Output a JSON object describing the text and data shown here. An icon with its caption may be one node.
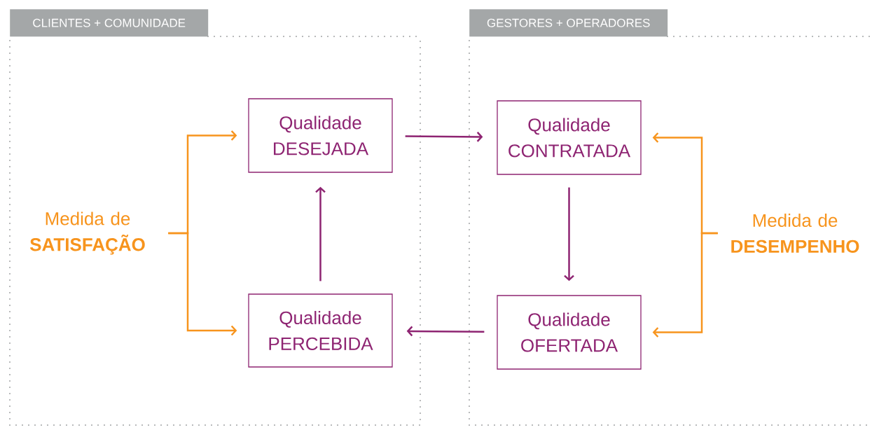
{
  "diagram": {
    "nodes": [
      {
        "text": [
          "CLIENTES + COMUNIDADE"
        ]
      },
      {
        "text": [
          "GESTORES + OPERADORES"
        ]
      },
      {
        "text": [
          "Qualidade DESEJADA"
        ],
        "in": 0
      },
      {
        "text": [
          "Qualidade PERCEBIDA"
        ],
        "in": 0
      },
      {
        "text": [
          "Qualidade CONTRATADA"
        ],
        "in": 1
      },
      {
        "text": [
          "Qualidade OFERTADA"
        ],
        "in": 1
      },
      {
        "text": [
          "Medida de **SATISFAÇÃO**"
        ],
        "in": 0
      },
      {
        "text": [
          "Medida de **DESEMPENHO**"
        ],
        "in": 1
      }
    ],
    "edges": [
      {
        "from": 2,
        "to": 4,
        "arrow": "to",
        "color": "#8e2472"
      },
      {
        "from": 4,
        "to": 5,
        "arrow": "to",
        "color": "#8e2472"
      },
      {
        "from": 5,
        "to": 3,
        "arrow": "to",
        "color": "#8e2472"
      },
      {
        "from": 3,
        "to": 2,
        "arrow": "to",
        "color": "#8e2472"
      },
      {
        "from": 6,
        "to": 2,
        "arrow": "to",
        "color": "#f7941d"
      },
      {
        "from": 6,
        "to": 3,
        "arrow": "to",
        "color": "#f7941d"
      },
      {
        "from": 7,
        "to": 4,
        "arrow": "to",
        "color": "#f7941d"
      },
      {
        "from": 7,
        "to": 5,
        "arrow": "to",
        "color": "#f7941d"
      }
    ]
  }
}
